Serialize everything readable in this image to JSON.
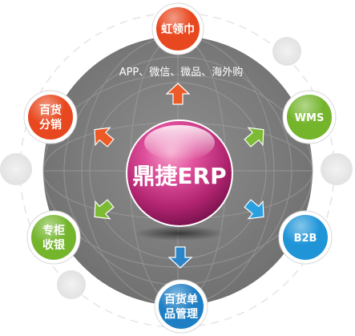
{
  "center": {
    "label": "鼎捷ERP"
  },
  "nodes": {
    "top": {
      "label": "虹领巾",
      "color": "#e8481f",
      "sublabel": "APP、微信、微品、海外购"
    },
    "left_upper": {
      "line1": "百货",
      "line2": "分销",
      "color": "#e8481f"
    },
    "right_upper": {
      "label": "WMS",
      "color": "#74b52c"
    },
    "left_lower": {
      "line1": "专柜",
      "line2": "收银",
      "color": "#74b52c"
    },
    "right_lower": {
      "label": "B2B",
      "color": "#1f95d8"
    },
    "bottom": {
      "line1": "百货单",
      "line2": "品管理",
      "color": "#1f7fc4"
    }
  },
  "arrows": {
    "top": {
      "color": "#ec5a27",
      "icon": "arrow-up-icon"
    },
    "left_upper": {
      "color": "#ec5a27",
      "icon": "arrow-up-left-icon"
    },
    "right_upper": {
      "color": "#7dbb34",
      "icon": "arrow-up-right-icon"
    },
    "left_lower": {
      "color": "#7dbb34",
      "icon": "arrow-down-left-icon"
    },
    "right_lower": {
      "color": "#2aa0e0",
      "icon": "arrow-down-right-icon"
    },
    "bottom": {
      "color": "#2a86c8",
      "icon": "arrow-down-icon"
    }
  },
  "colors": {
    "big_circle": "#838383",
    "center_sphere": "#d2368d"
  }
}
